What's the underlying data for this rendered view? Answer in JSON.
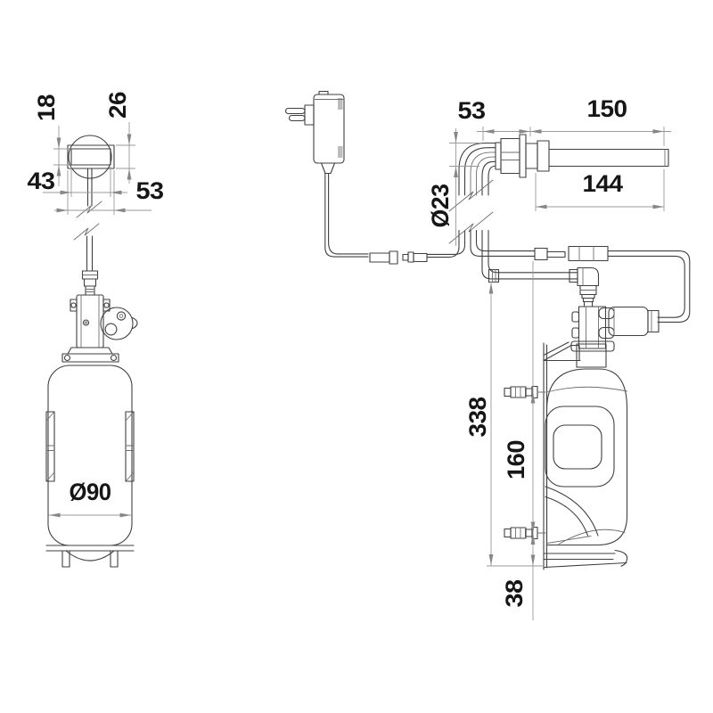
{
  "drawing": {
    "colors": {
      "background": "#ffffff",
      "line": "#3f3f3f",
      "dimension_line": "#9a9a9a",
      "text": "#161616",
      "shading": "#bdbdbd"
    },
    "views": {
      "outlet_front": {
        "dims": {
          "inner_height": "18",
          "outer_height": "26",
          "inner_width": "43",
          "outer_width": "53"
        }
      },
      "bottle": {
        "dims": {
          "diameter": "Ø90"
        }
      },
      "spout_side": {
        "dims": {
          "inlet_offset": "53",
          "overall_length": "150",
          "tube_length": "144",
          "tube_diameter": "Ø23"
        }
      },
      "wall_unit": {
        "dims": {
          "overall_height": "338",
          "mount_spacing": "160",
          "base_offset": "38"
        }
      }
    }
  }
}
